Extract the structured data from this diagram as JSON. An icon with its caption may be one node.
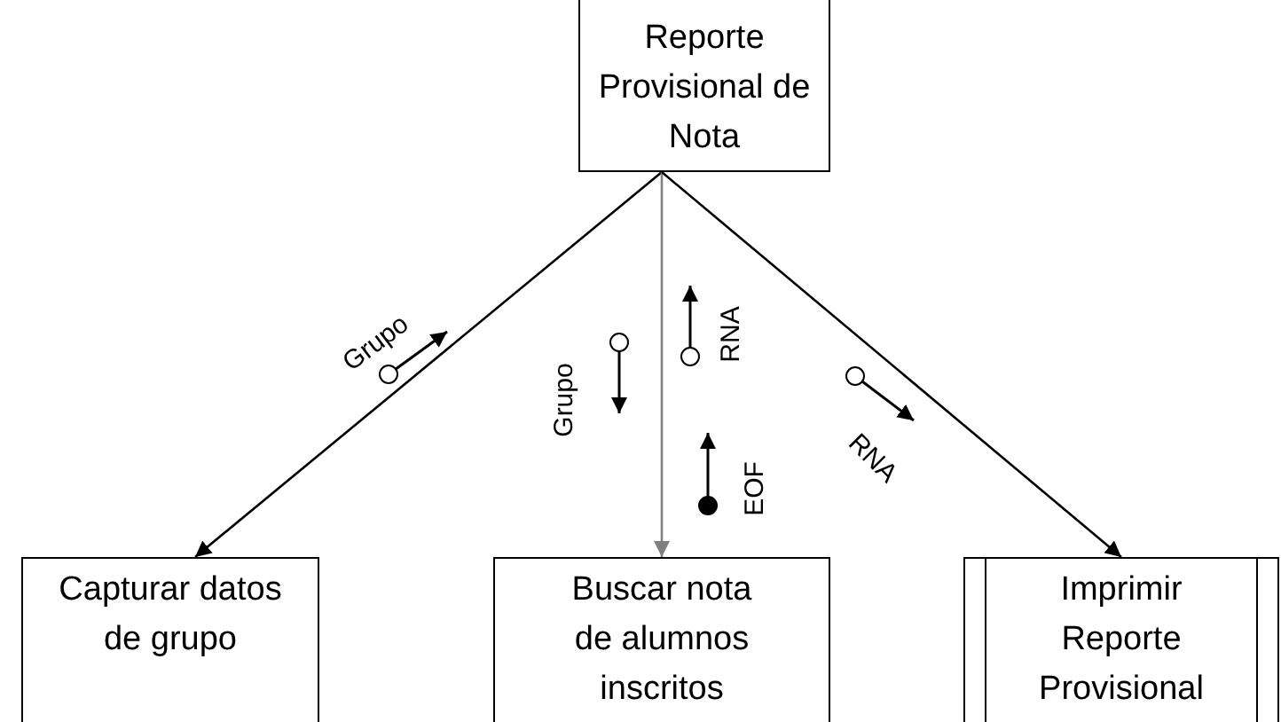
{
  "diagram": {
    "nodes": [
      {
        "text": [
          "Reporte Provisional de Nota"
        ]
      },
      {
        "text": [
          "Capturar datos de grupo"
        ]
      },
      {
        "text": [
          "Buscar nota de alumnos inscritos"
        ]
      },
      {
        "text": [
          "Imprimir Reporte Provisional"
        ]
      }
    ],
    "edges": [
      {
        "from": 0,
        "to": 1,
        "arrow": "to"
      },
      {
        "from": 0,
        "to": 2,
        "arrow": "to",
        "color": "#808080"
      },
      {
        "from": 0,
        "to": 3,
        "arrow": "to"
      }
    ],
    "labels": [
      "Grupo",
      "Grupo",
      "RNA",
      "RNA",
      "EOF"
    ]
  }
}
